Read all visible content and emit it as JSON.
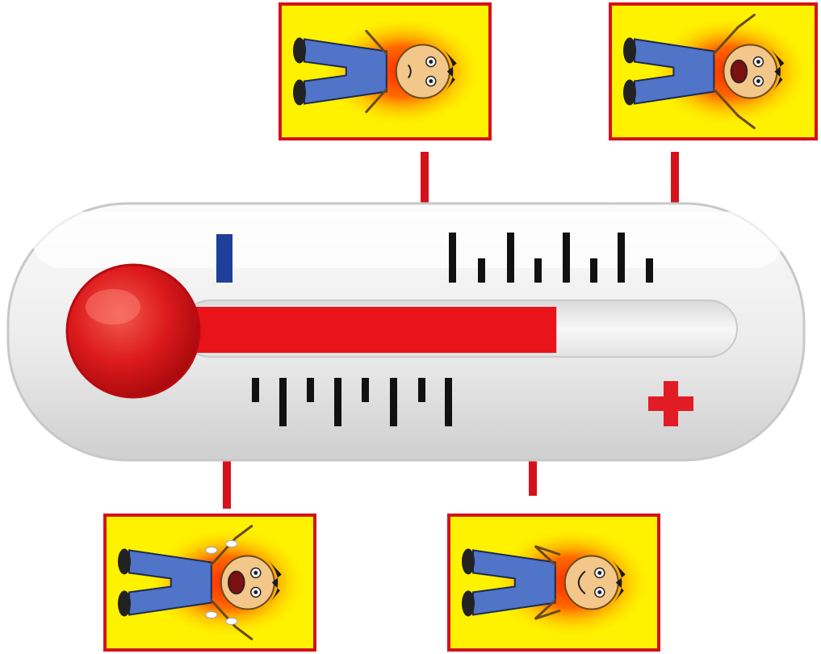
{
  "thermometer": {
    "fill_level": 0.72,
    "minus_symbol_color": "#1f3f9a",
    "plus_symbol_color": "#e21c24",
    "mercury_color": "#e8141a",
    "bulb_color": "#d91418"
  },
  "panels": [
    {
      "position": "top-center",
      "mood": "worried",
      "figure": "worried-boy"
    },
    {
      "position": "top-right",
      "mood": "screaming",
      "figure": "screaming-boy"
    },
    {
      "position": "bottom-left",
      "mood": "crying",
      "figure": "crying-boy"
    },
    {
      "position": "bottom-center",
      "mood": "smiling",
      "figure": "smiling-boy"
    }
  ],
  "colors": {
    "panel_border": "#d4121c",
    "panel_background": "#fff200",
    "glow": "#ff3a00",
    "connector": "#d4121c",
    "pants": "#4f74c8",
    "skin": "#f3c68a"
  }
}
